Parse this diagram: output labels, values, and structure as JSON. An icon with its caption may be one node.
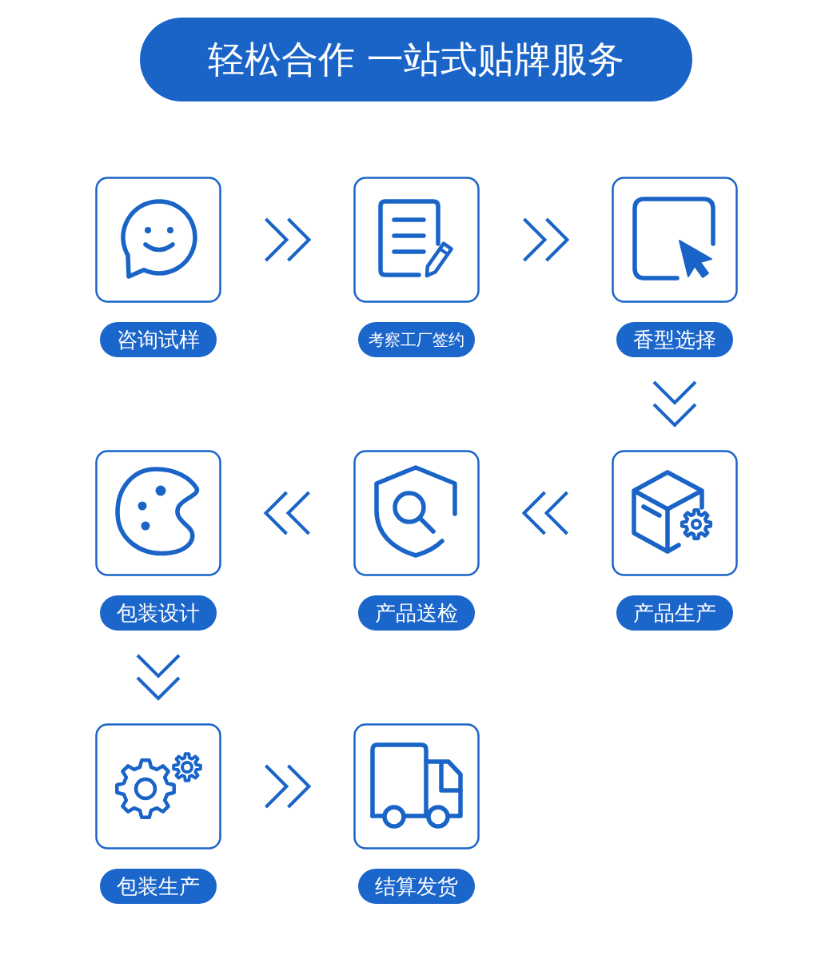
{
  "diagram": {
    "title": "轻松合作 一站式贴牌服务",
    "nodes": [
      {
        "text": [
          "咨询试样"
        ]
      },
      {
        "text": [
          "考察工厂签约"
        ]
      },
      {
        "text": [
          "香型选择"
        ]
      },
      {
        "text": [
          "包装设计"
        ]
      },
      {
        "text": [
          "产品送检"
        ]
      },
      {
        "text": [
          "产品生产"
        ]
      },
      {
        "text": [
          "包装生产"
        ]
      },
      {
        "text": [
          "结算发货"
        ]
      }
    ],
    "edges": [
      {
        "from": 0,
        "to": 1,
        "arrow": "to"
      },
      {
        "from": 1,
        "to": 2,
        "arrow": "to"
      },
      {
        "from": 2,
        "to": 5,
        "arrow": "to"
      },
      {
        "from": 5,
        "to": 4,
        "arrow": "to"
      },
      {
        "from": 4,
        "to": 3,
        "arrow": "to"
      },
      {
        "from": 3,
        "to": 6,
        "arrow": "to"
      },
      {
        "from": 6,
        "to": 7,
        "arrow": "to"
      }
    ]
  }
}
